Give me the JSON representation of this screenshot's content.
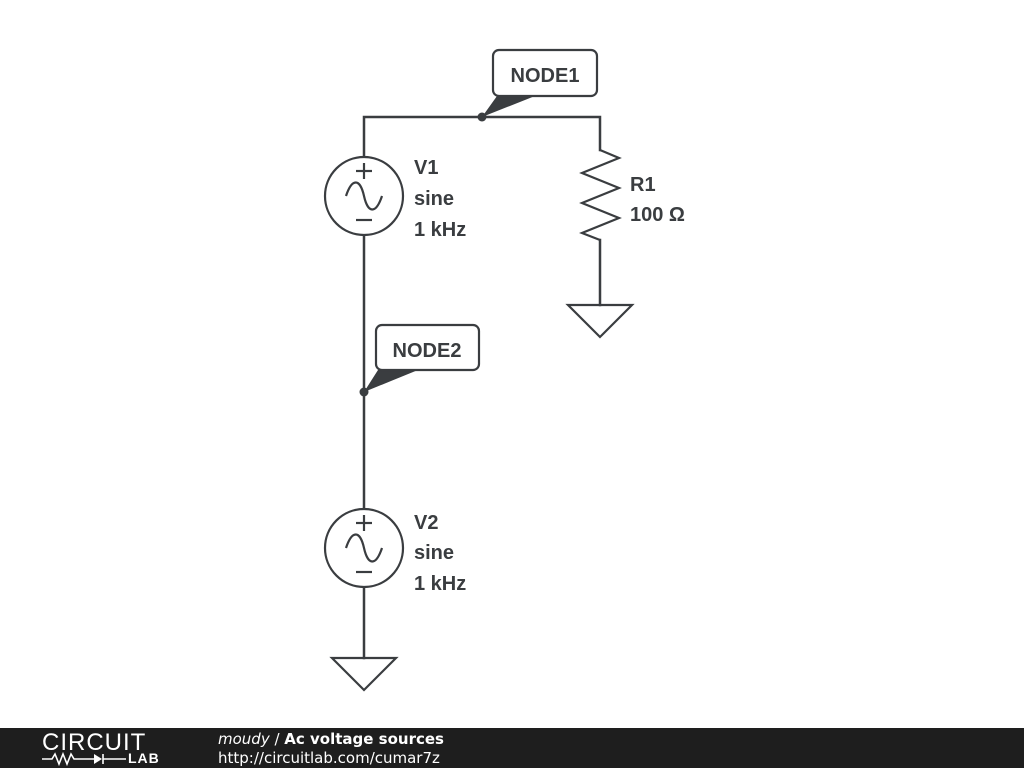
{
  "circuit": {
    "node1": {
      "label": "NODE1"
    },
    "node2": {
      "label": "NODE2"
    },
    "v1": {
      "name": "V1",
      "type": "sine",
      "frequency": "1 kHz"
    },
    "v2": {
      "name": "V2",
      "type": "sine",
      "frequency": "1 kHz"
    },
    "r1": {
      "name": "R1",
      "value": "100 Ω"
    }
  },
  "footer": {
    "logo_top": "CIRCUIT",
    "logo_bottom": "LAB",
    "author": "moudy",
    "separator": " / ",
    "title": "Ac voltage sources",
    "url": "http://circuitlab.com/cumar7z"
  }
}
